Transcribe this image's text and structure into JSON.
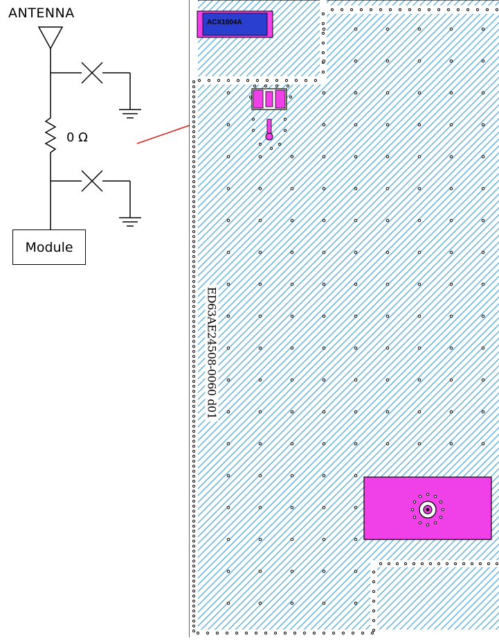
{
  "schematic": {
    "antenna_label": "ANTENNA",
    "resistor_label": "0 Ω",
    "module_label": "Module"
  },
  "layout_view": {
    "pcb_identifier": "ED63AE24508-0060 d01",
    "chip_label": "ACX1004A",
    "pointer_arrow_color": "#e0201a"
  },
  "colors": {
    "board_hatch": "#4ea6dc",
    "board_fill": "#ffffff",
    "pad_magenta": "#f040e8",
    "chip_blue": "#2a3fd0",
    "via_outline": "#000000"
  }
}
